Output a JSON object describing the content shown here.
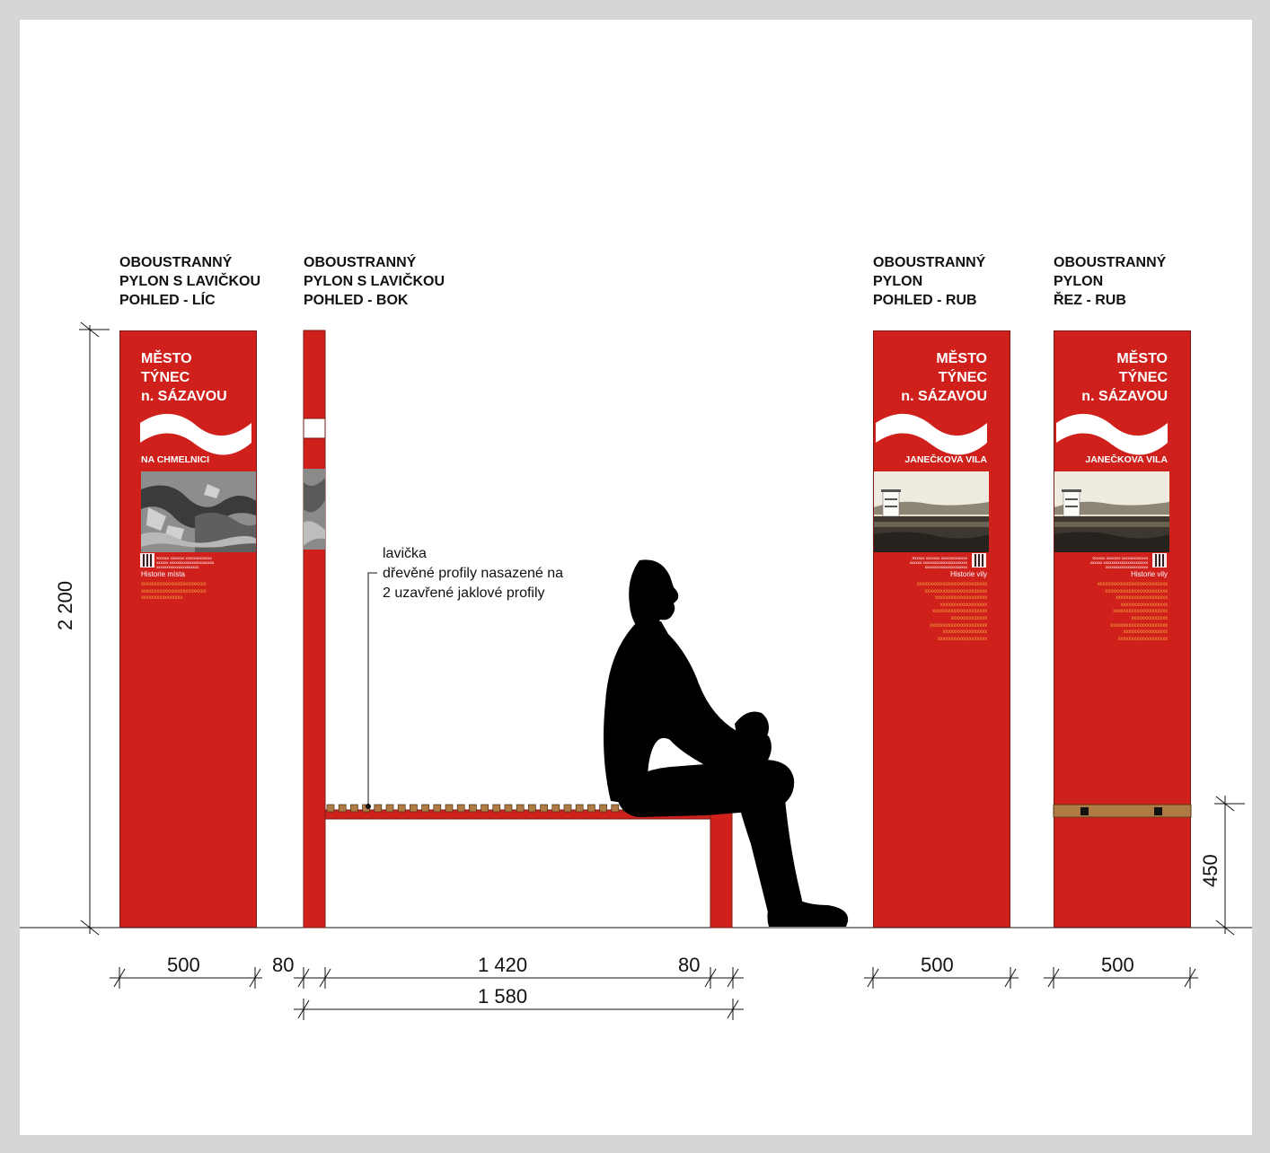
{
  "titles": {
    "front": "OBOUSTRANNÝ\nPYLON S LAVIČKOU\nPOHLED - LÍC",
    "side": "OBOUSTRANNÝ\nPYLON S LAVIČKOU\nPOHLED - BOK",
    "back": "OBOUSTRANNÝ\nPYLON\nPOHLED - RUB",
    "section": "OBOUSTRANNÝ\nPYLON\nŘEZ - RUB"
  },
  "pylon_front": {
    "city": "MĚSTO\nTÝNEC\nn. SÁZAVOU",
    "place": "NA CHMELNICI",
    "fine_print": "Xxxxxx xxxxxxx xxxxxxxxxxxxx\nxxxxxx xxxxxxxxxxxxxxxxxxxxxx\nxxxxxxxxxxxxxxxxxxxxx",
    "history_title": "Historie místa",
    "body": "xxxxxxxxxxxxxxxxxxxxxxxxx\nxxxxxxxxxxxxxxxxxxxxxxxxx\nxxxxxxxxxxxxxxxx"
  },
  "pylon_back": {
    "city": "MĚSTO\nTÝNEC\nn. SÁZAVOU",
    "place": "JANEČKOVA VILA",
    "fine_print": "Xxxxxx xxxxxxx xxxxxxxxxxxxx\nxxxxxx xxxxxxxxxxxxxxxxxxxxxx\nxxxxxxxxxxxxxxxxxxxxx",
    "history_title": "Historie vily",
    "body": "xxxxxxxxxxxxxxxxxxxxxxxxxxx\nxxxxxxxxxxxxxxxxxxxxxxxx\nxxxxxxxxxxxxxxxxxxxx\nxxxxxxxxxxxxxxxxxx\nxxxxxxxxxxxxxxxxxxxxx\nxxxxxxxxxxxxxx\nxxxxxxxxxxxxxxxxxxxxxx\nxxxxxxxxxxxxxxxxx\nxxxxxxxxxxxxxxxxxxx"
  },
  "annotation": {
    "label": "lavička\ndřevěné profily nasazené na\n2 uzavřené jaklové profily"
  },
  "dimensions": {
    "height": "2 200",
    "seat_height": "450",
    "width_front": "500",
    "leg_left": "80",
    "seat_span": "1 420",
    "leg_right": "80",
    "total_bench": "1 580",
    "width_back": "500",
    "width_section": "500"
  },
  "colors": {
    "pylon_red": "#d0201c",
    "wood": "#b07a45",
    "ink": "#111111"
  }
}
